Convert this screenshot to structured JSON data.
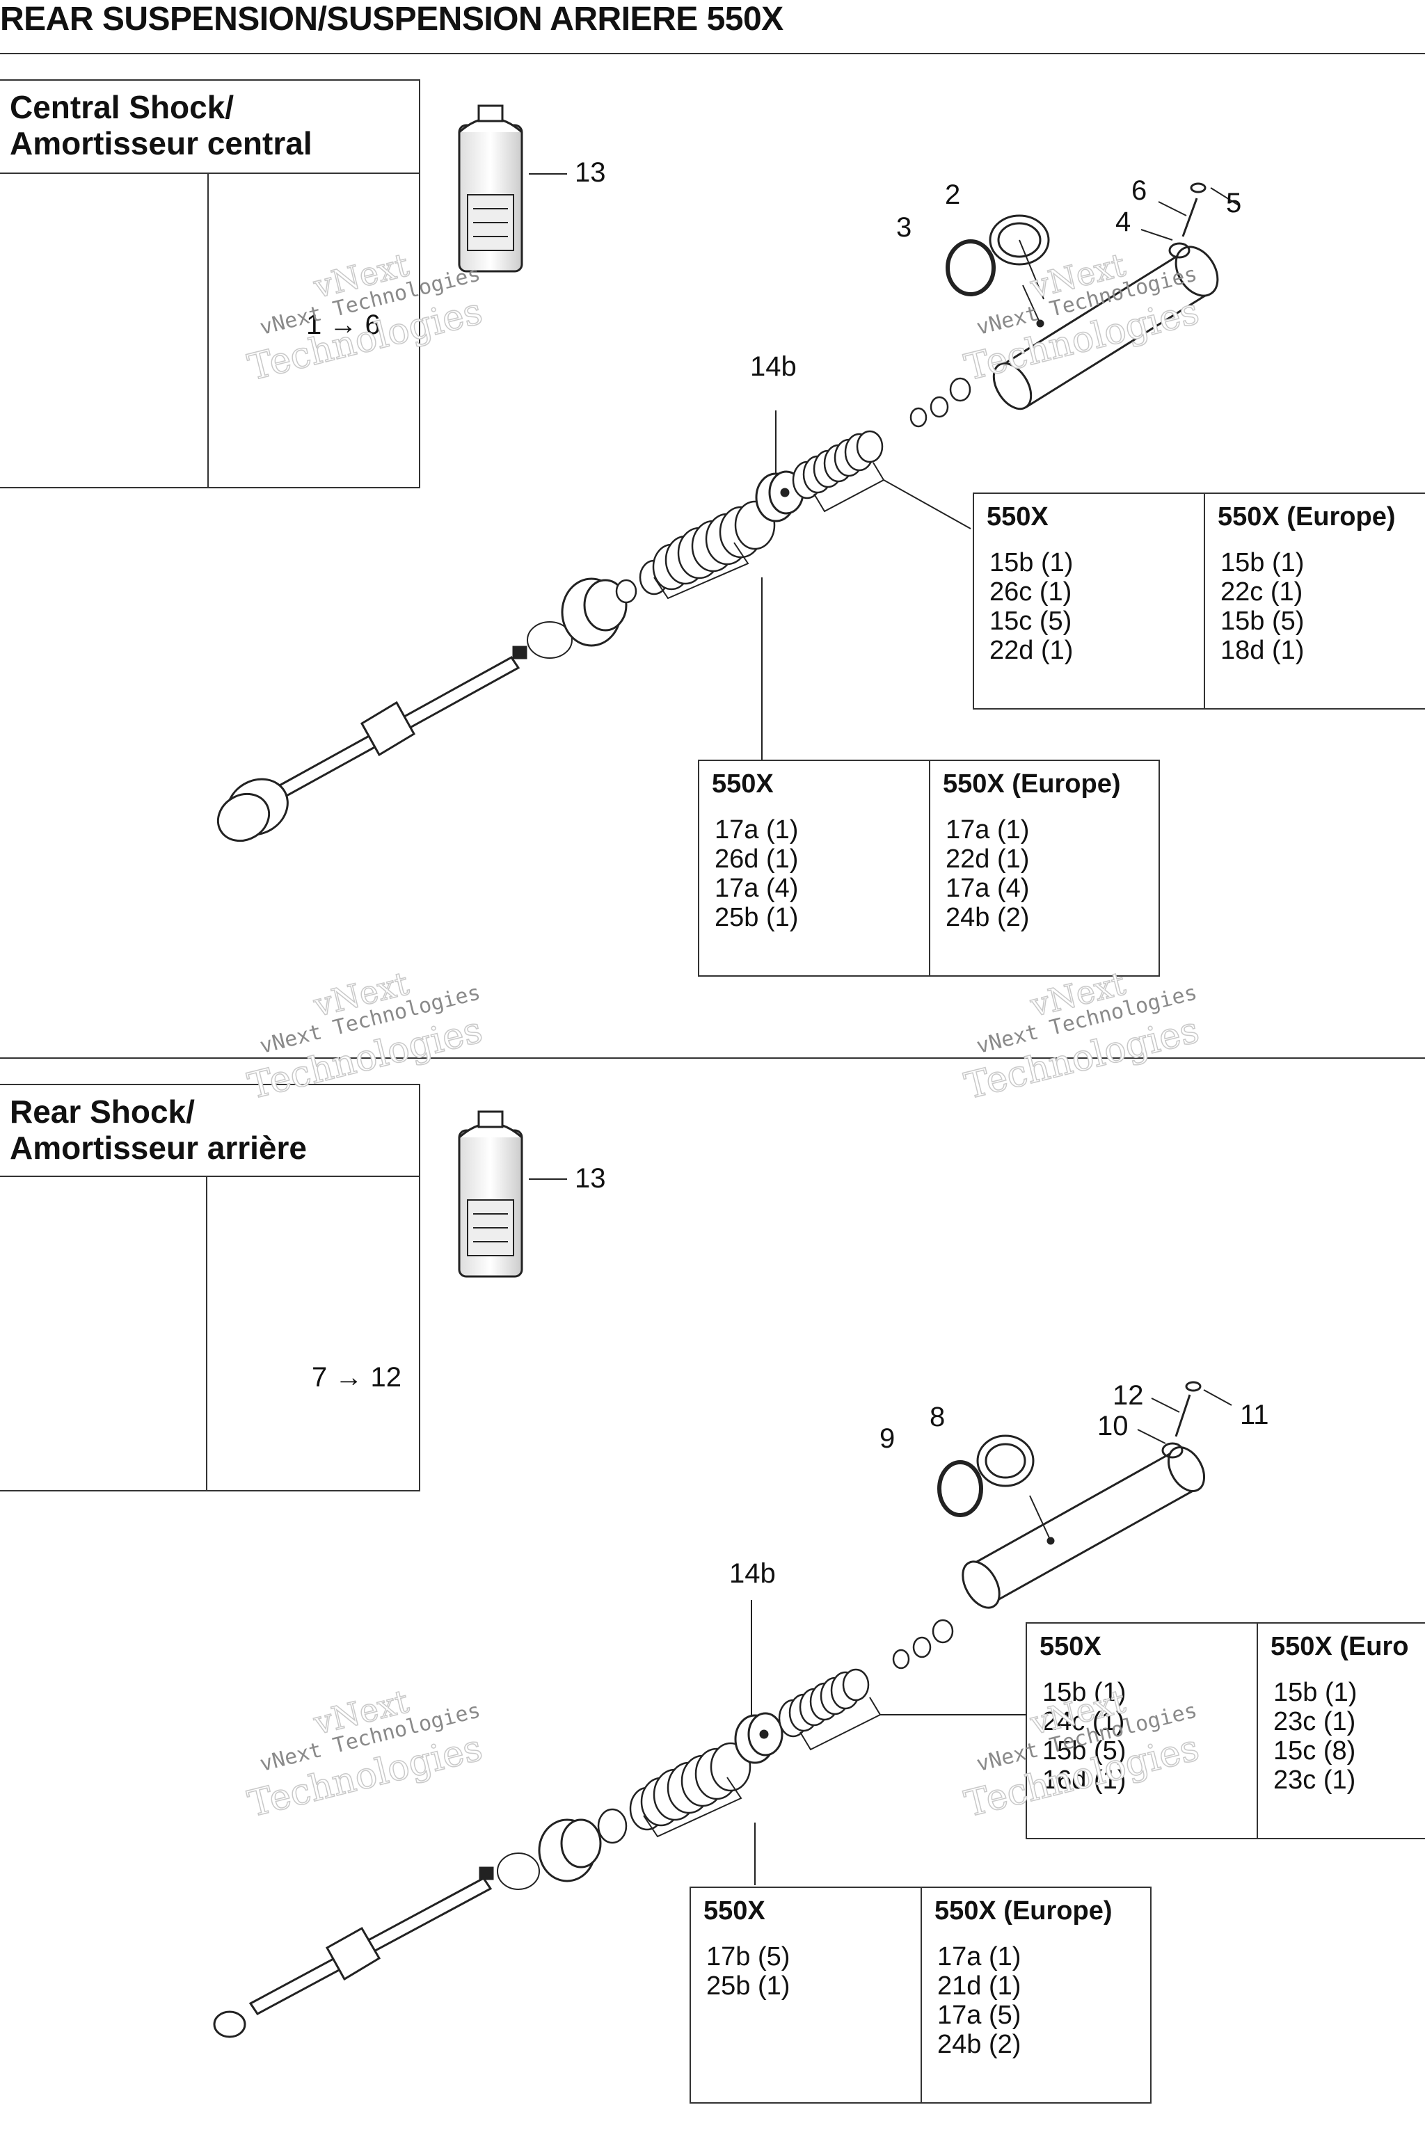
{
  "page": {
    "title": "REAR SUSPENSION/SUSPENSION ARRIERE 550X"
  },
  "watermark": {
    "line1": "vNext",
    "line2": "vNext Technologies",
    "line3": "Technologies"
  },
  "central": {
    "inset_title_line1": "Central Shock/",
    "inset_title_line2": "Amortisseur central",
    "inset_range": "1 → 6",
    "callouts": {
      "c13": "13",
      "c2": "2",
      "c3": "3",
      "c4": "4",
      "c5": "5",
      "c6": "6",
      "c14b": "14b"
    },
    "table_upper": {
      "col1_head": "550X",
      "col1_items": [
        "15b (1)",
        "26c (1)",
        "15c (5)",
        "22d (1)"
      ],
      "col2_head": "550X (Europe)",
      "col2_items": [
        "15b (1)",
        "22c (1)",
        "15b (5)",
        "18d (1)"
      ]
    },
    "table_lower": {
      "col1_head": "550X",
      "col1_items": [
        "17a (1)",
        "26d (1)",
        "17a (4)",
        "25b (1)"
      ],
      "col2_head": "550X (Europe)",
      "col2_items": [
        "17a (1)",
        "22d (1)",
        "17a (4)",
        "24b (2)"
      ]
    }
  },
  "rear": {
    "inset_title_line1": "Rear Shock/",
    "inset_title_line2": "Amortisseur arrière",
    "inset_range": "7 → 12",
    "callouts": {
      "c13": "13",
      "c8": "8",
      "c9": "9",
      "c10": "10",
      "c11": "11",
      "c12": "12",
      "c14b": "14b"
    },
    "table_upper": {
      "col1_head": "550X",
      "col1_items": [
        "15b (1)",
        "24c (1)",
        "15b (5)",
        "16d (1)"
      ],
      "col2_head": "550X (Euro",
      "col2_items": [
        "15b (1)",
        "23c (1)",
        "15c (8)",
        "23c (1)"
      ]
    },
    "table_lower": {
      "col1_head": "550X",
      "col1_items": [
        "17b (5)",
        "25b (1)"
      ],
      "col2_head": "550X (Europe)",
      "col2_items": [
        "17a (1)",
        "21d (1)",
        "17a (5)",
        "24b (2)"
      ]
    }
  }
}
